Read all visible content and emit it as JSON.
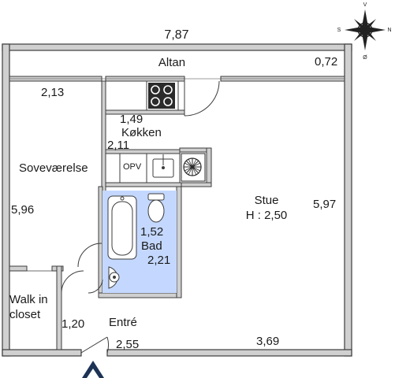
{
  "dimensions": {
    "total_width": "7,87",
    "balcony_depth": "0,72",
    "bedroom_width": "2,13",
    "kitchen_width": "1,49",
    "kitchen_depth": "2,11",
    "bedroom_depth": "5,96",
    "living_depth": "5,97",
    "bath_width": "1,52",
    "bath_depth": "2,21",
    "walkin_width": "1,20",
    "entry_width": "2,55",
    "living_width": "3,69"
  },
  "rooms": {
    "balcony": "Altan",
    "kitchen": "Køkken",
    "bedroom": "Soveværelse",
    "living": "Stue",
    "living_height": "H : 2,50",
    "bath": "Bad",
    "walkin": "Walk in closet",
    "entry": "Entré"
  },
  "fixtures": {
    "storage": "OPV"
  },
  "compass": {
    "n": "N",
    "s": "S",
    "v": "V",
    "o": "Ø"
  },
  "colors": {
    "wall": "#d0d0d0",
    "wall_outline": "#3c3c3c",
    "bath_fill": "#c4d8ff",
    "stove": "#2b2b2b",
    "entrance_marker": "#1d3355"
  },
  "icons": {
    "entrance": "entrance-arrow-icon",
    "compass": "compass-rose-icon"
  }
}
